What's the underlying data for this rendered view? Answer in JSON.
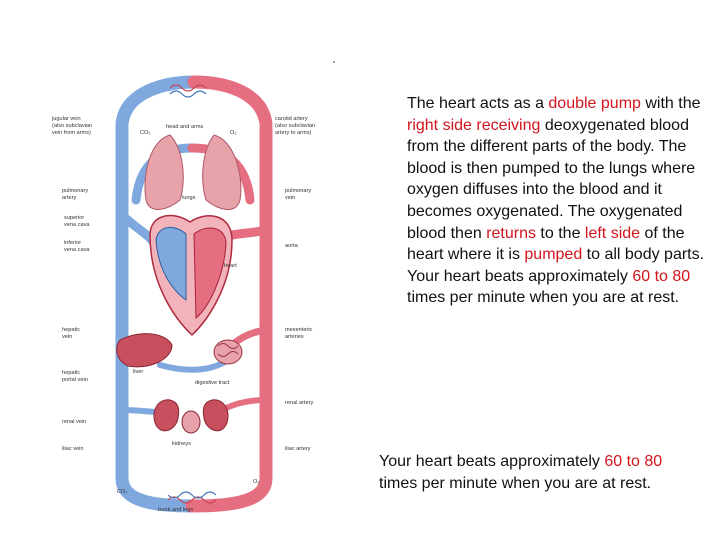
{
  "colors": {
    "artery": "#e56f80",
    "artery_dark": "#c54055",
    "vein": "#7fa9de",
    "vein_dark": "#3f74b8",
    "highlight": "#d2141c",
    "text": "#111111"
  },
  "diagram": {
    "labels": {
      "jugular": [
        "jugular vein",
        "(also subclavian",
        "vein from arms)"
      ],
      "carotid": [
        "carotid artery",
        "(also subclavian",
        "artery to arms)"
      ],
      "head_arms": "head and arms",
      "co2_top": "CO₂",
      "o2_top": "O₂",
      "lungs": "lungs",
      "pulmonary_artery": [
        "pulmonary",
        "artery"
      ],
      "pulmonary_vein": [
        "pulmonary",
        "vein"
      ],
      "superior_vena_cava": [
        "superior",
        "vena cava"
      ],
      "inferior_vena_cava": [
        "inferior",
        "vena cava"
      ],
      "aorta": "aorta",
      "heart": "heart",
      "hepatic_vein": [
        "hepatic",
        "vein"
      ],
      "mesenteric": [
        "mesenteric",
        "arteries"
      ],
      "liver": "liver",
      "hepatic_portal": [
        "hepatic",
        "portal vein"
      ],
      "digestive": "digestive tract",
      "renal_vein": "renal vein",
      "renal_artery": "renal artery",
      "kidneys": "kidneys",
      "iliac_vein": "iliac vein",
      "iliac_artery": "iliac artery",
      "co2_bottom": "CO₂",
      "o2_bottom": "O₂",
      "trunk_legs": "trunk and legs"
    }
  },
  "text": {
    "p1": [
      {
        "t": "The heart acts as a ",
        "hl": false
      },
      {
        "t": "double pump",
        "hl": true
      },
      {
        "t": " with the ",
        "hl": false
      },
      {
        "t": "right side receiving",
        "hl": true
      },
      {
        "t": " deoxygenated blood from the different parts of the body. The blood is then pumped to the lungs where oxygen diffuses into the blood and it becomes oxygenated. The oxygenated blood then ",
        "hl": false
      },
      {
        "t": "returns",
        "hl": true
      },
      {
        "t": " to the ",
        "hl": false
      },
      {
        "t": "left side",
        "hl": true
      },
      {
        "t": " of the heart where it is ",
        "hl": false
      },
      {
        "t": "pumped",
        "hl": true
      },
      {
        "t": " to all body parts. Your heart beats approximately ",
        "hl": false
      },
      {
        "t": "60 to 80",
        "hl": true
      },
      {
        "t": " times per minute when you are at rest.",
        "hl": false
      }
    ],
    "p2": [
      {
        "t": "Your heart beats approximately ",
        "hl": false
      },
      {
        "t": "60 to 80",
        "hl": true
      },
      {
        "t": " times per minute when you are at rest.",
        "hl": false
      }
    ]
  }
}
